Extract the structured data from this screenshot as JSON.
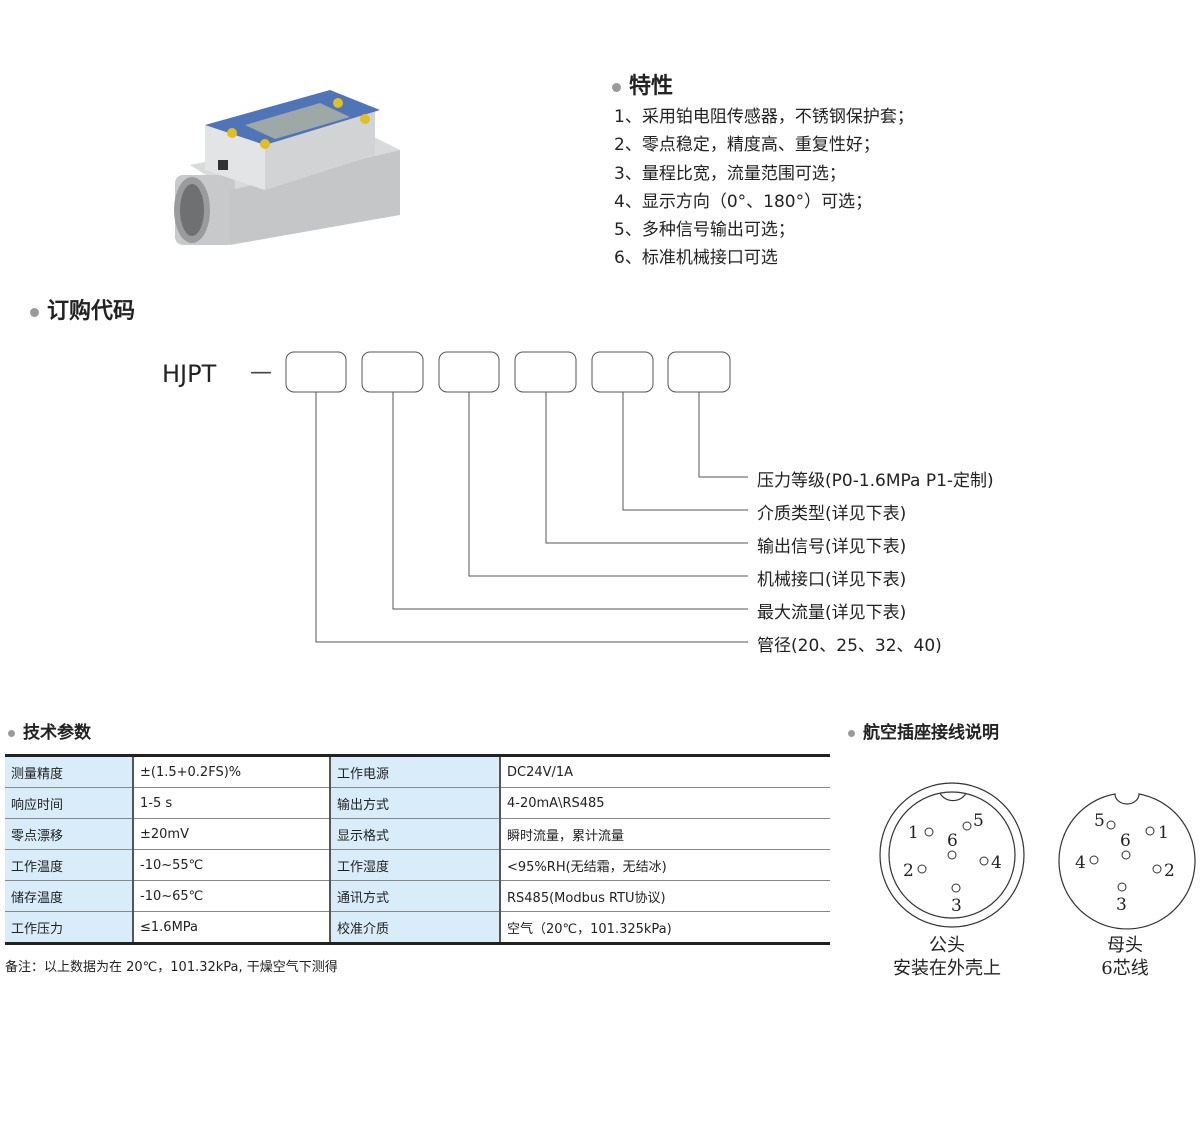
{
  "features": {
    "title": "特性",
    "items": [
      "1、采用铂电阻传感器，不锈钢保护套；",
      "2、零点稳定，精度高、重复性好；",
      "3、量程比宽，流量范围可选；",
      "4、显示方向（0°、180°）可选；",
      "5、多种信号输出可选；",
      "6、标准机械接口可选"
    ]
  },
  "order_code": {
    "title": "订购代码",
    "prefix": "HJPT",
    "dash": "—",
    "fields": [
      "压力等级(P0-1.6MPa P1-定制)",
      "介质类型(详见下表)",
      "输出信号(详见下表)",
      "机械接口(详见下表)",
      "最大流量(详见下表)",
      "管径(20、25、32、40)"
    ]
  },
  "specs": {
    "title": "技术参数",
    "rows": [
      [
        "测量精度",
        "±(1.5+0.2FS)%",
        "工作电源",
        "DC24V/1A"
      ],
      [
        "响应时间",
        "1-5 s",
        "输出方式",
        "4-20mA\\RS485"
      ],
      [
        "零点漂移",
        "±20mV",
        "显示格式",
        "瞬时流量，累计流量"
      ],
      [
        "工作温度",
        "-10~55℃",
        "工作湿度",
        "<95%RH(无结霜，无结冰)"
      ],
      [
        "储存温度",
        "-10~65℃",
        "通讯方式",
        "RS485(Modbus RTU协议)"
      ],
      [
        "工作压力",
        "≤1.6MPa",
        "校准介质",
        "空气（20℃，101.325kPa)"
      ]
    ],
    "note": "备注：以上数据为在 20℃，101.32kPa, 干燥空气下测得"
  },
  "connector": {
    "title": "航空插座接线说明",
    "male": {
      "line1": "公头",
      "line2": "安装在外壳上",
      "pins": [
        "1",
        "2",
        "3",
        "4",
        "5",
        "6"
      ]
    },
    "female": {
      "line1": "母头",
      "line2": "6芯线",
      "pins": [
        "1",
        "2",
        "3",
        "4",
        "5",
        "6"
      ]
    }
  }
}
